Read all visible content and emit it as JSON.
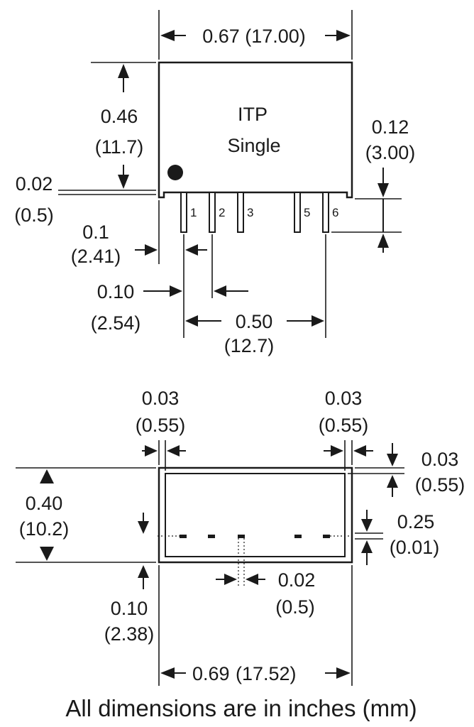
{
  "part": {
    "line1": "ITP",
    "line2": "Single"
  },
  "pins": [
    "1",
    "2",
    "3",
    "5",
    "6"
  ],
  "top_view": {
    "width": {
      "inch": "0.67",
      "mm": "(17.00)",
      "text": "0.67 (17.00)"
    },
    "height": {
      "inch": "0.46",
      "mm": "(11.7)"
    },
    "standoff": {
      "inch": "0.02",
      "mm": "(0.5)"
    },
    "pin_length": {
      "inch": "0.12",
      "mm": "(3.00)"
    },
    "first_pin_offset": {
      "inch": "0.1",
      "mm": "(2.41)"
    },
    "pin_pitch": {
      "inch": "0.10",
      "mm": "(2.54)"
    },
    "pin_span": {
      "inch": "0.50",
      "mm": "(12.7)"
    }
  },
  "bottom_view": {
    "left_wall": {
      "inch": "0.03",
      "mm": "(0.55)"
    },
    "right_wall": {
      "inch": "0.03",
      "mm": "(0.55)"
    },
    "top_wall": {
      "inch": "0.03",
      "mm": "(0.55)"
    },
    "height": {
      "inch": "0.40",
      "mm": "(10.2)"
    },
    "pin_row": {
      "inch": "0.25",
      "mm": "(0.01)"
    },
    "pin_width": {
      "inch": "0.02",
      "mm": "(0.5)"
    },
    "row_offset": {
      "inch": "0.10",
      "mm": "(2.38)"
    },
    "width": {
      "inch": "0.69",
      "mm": "(17.52)"
    }
  },
  "footer": {
    "note": "All dimensions are in inches (mm)"
  }
}
